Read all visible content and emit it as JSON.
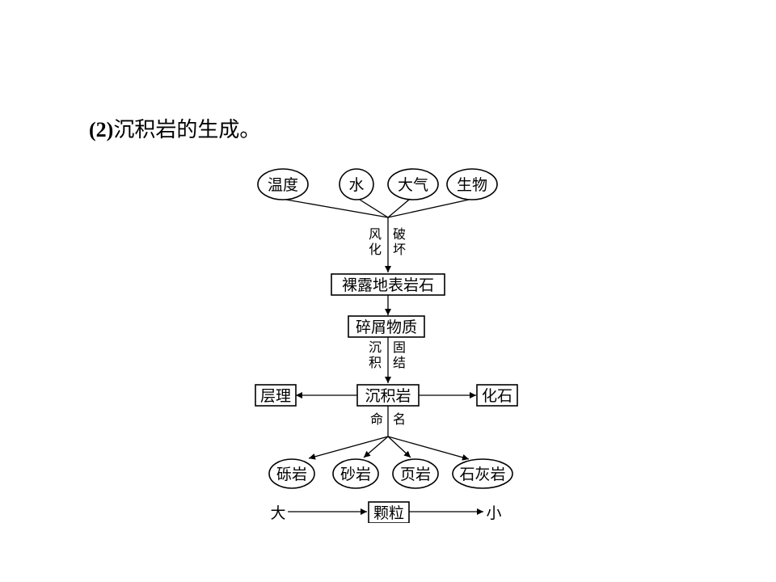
{
  "slide": {
    "heading_number": "(2)",
    "heading_text": "沉积岩的生成。"
  },
  "diagram": {
    "factors": [
      "温度",
      "水",
      "大气",
      "生物"
    ],
    "weathering_left": [
      "风",
      "化"
    ],
    "weathering_right": [
      "破",
      "坏"
    ],
    "exposed_rock": "裸露地表岩石",
    "debris": "碎屑物质",
    "deposition_left": [
      "沉",
      "积"
    ],
    "deposition_right": [
      "固",
      "结"
    ],
    "sedimentary_rock": "沉积岩",
    "bedding": "层理",
    "fossil": "化石",
    "naming_left": "命",
    "naming_right": "名",
    "rock_types": [
      "砾岩",
      "砂岩",
      "页岩",
      "石灰岩"
    ],
    "large": "大",
    "particle": "颗粒",
    "small": "小"
  },
  "colors": {
    "line": "#000000",
    "background": "#ffffff"
  }
}
